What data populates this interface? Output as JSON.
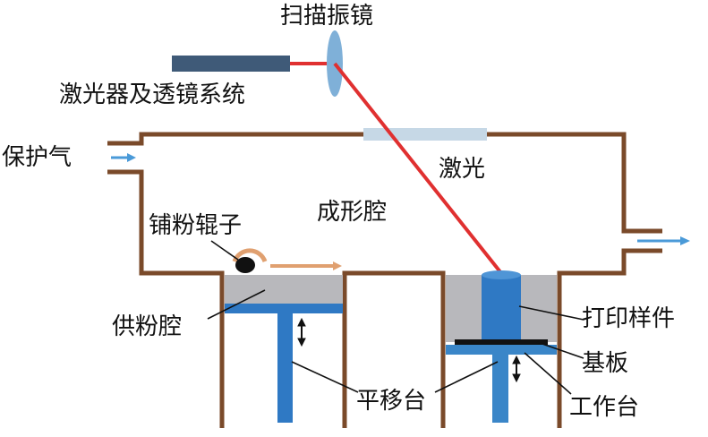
{
  "labels": {
    "scanner": "扫描振镜",
    "laser_system": "激光器及透镜系统",
    "shield_gas": "保护气",
    "laser": "激光",
    "chamber": "成形腔",
    "roller": "铺粉辊子",
    "powder_chamber": "供粉腔",
    "printed_part": "打印样件",
    "substrate": "基板",
    "platform": "平移台",
    "worktable": "工作台"
  },
  "colors": {
    "wall": "#7a4a2a",
    "laser_beam": "#e03030",
    "powder": "#b8b8bc",
    "blue_part": "#2f79c4",
    "platform_blue": "#3a86c8",
    "lens": "#7fb0d8",
    "laser_unit": "#3f5a78",
    "window": "#c6d8e6",
    "arrow": "#4a9ad8"
  }
}
